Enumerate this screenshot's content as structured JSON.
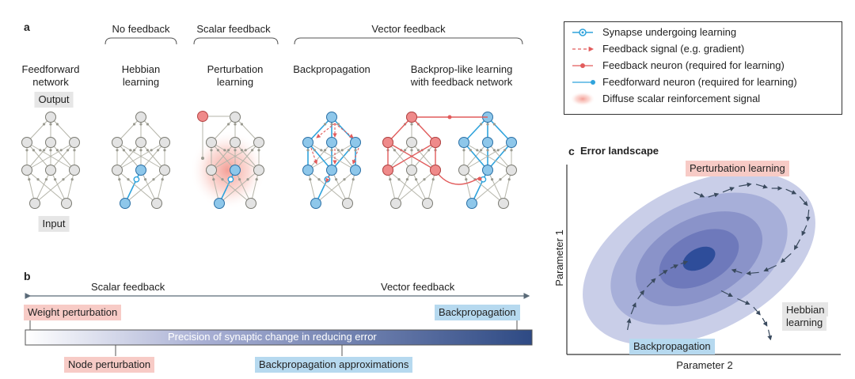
{
  "panel_a": {
    "letter": "a",
    "groups": {
      "no_feedback": "No feedback",
      "scalar_feedback": "Scalar feedback",
      "vector_feedback": "Vector feedback"
    },
    "columns": {
      "feedforward": [
        "Feedforward",
        "network"
      ],
      "hebbian": [
        "Hebbian",
        "learning"
      ],
      "perturbation": [
        "Perturbation",
        "learning"
      ],
      "backprop": [
        "Backpropagation"
      ],
      "backprop_like": [
        "Backprop-like learning",
        "with feedback network"
      ]
    },
    "output_label": "Output",
    "input_label": "Input"
  },
  "legend": {
    "items": [
      "Synapse undergoing learning",
      "Feedback signal (e.g. gradient)",
      "Feedback neuron (required for learning)",
      "Feedforward neuron (required for learning)",
      "Diffuse scalar reinforcement signal"
    ]
  },
  "panel_b": {
    "letter": "b",
    "left_arrow_label": "Scalar feedback",
    "right_arrow_label": "Vector feedback",
    "bar_label": "Precision of synaptic change in reducing error",
    "weight_perturbation": "Weight perturbation",
    "backpropagation": "Backpropagation",
    "node_perturbation": "Node perturbation",
    "backprop_approx": "Backpropagation approximations"
  },
  "panel_c": {
    "letter": "c",
    "title": "Error landscape",
    "y_axis": "Parameter 1",
    "x_axis": "Parameter 2",
    "perturbation_label": "Perturbation learning",
    "hebbian_label": [
      "Hebbian",
      "learning"
    ],
    "backprop_label": "Backpropagation"
  },
  "colors": {
    "edge": "#b5b5aa",
    "node_fill": "#e3e3e3",
    "node_stroke": "#7a7a72",
    "blue_fill": "#8ec7ea",
    "blue_stroke": "#2a6fa5",
    "blue_line": "#2fa3dc",
    "red_fill": "#ef8a8a",
    "red_stroke": "#b64545",
    "red_line": "#e25c5c",
    "bar_left": "#ffffff",
    "bar_right": "#2e4a84"
  }
}
